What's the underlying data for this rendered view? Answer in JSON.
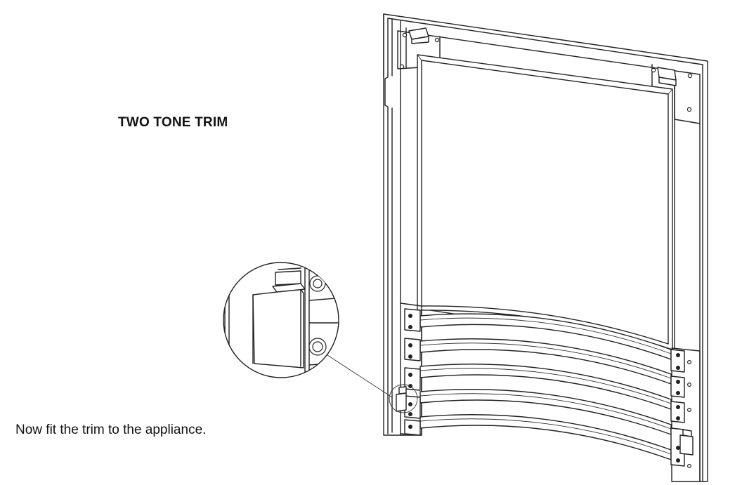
{
  "heading": "TWO TONE TRIM",
  "instruction": "Now fit the trim to the appliance.",
  "illustration": {
    "subject": "appliance-door-with-two-tone-trim",
    "detail_callout": "magnified-trim-clip-and-screw"
  }
}
